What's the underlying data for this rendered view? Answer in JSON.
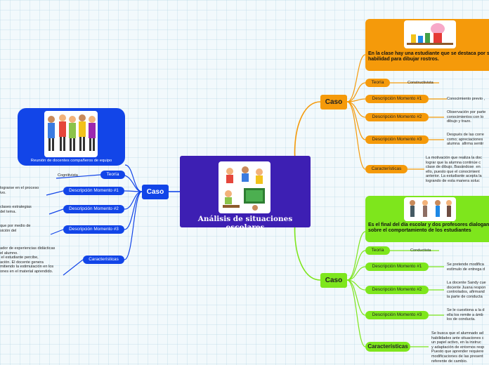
{
  "central": {
    "title": "Análisis de situaciones escolares",
    "image": "children-activities-illustration"
  },
  "left": {
    "caso": "Caso",
    "topic": {
      "caption": "Reunión de docentes compañeros de equipo",
      "image": "teachers-group-illustration"
    },
    "pills": [
      "Teoría",
      "Descripción Momento #1",
      "Descripción Momento #2",
      "Descripción Momento #3",
      "Características"
    ],
    "leaves": {
      "teoria": "Cognitivista",
      "m1": "lograrse en el proceso\nivo.",
      "m2": "clases estrategias\ndel tema.",
      "m3": "que por medio de\nsición del",
      "car": "ador de experiencias didácticas\nel alumno.\n el estudiante percibe,\nación. El docente genera\nmitiendo la estimulación en los\nones en el material aprendido."
    }
  },
  "right_top": {
    "caso": "Caso",
    "topic": {
      "text": "En la clase hay una estudiante que se destaca por su habilidad para dibujar rostros.",
      "image": "peppa-pig-painting-illustration"
    },
    "pills": [
      "Teoría",
      "Descripción Momento #1",
      "Descripción Momento #2",
      "Descripción Momento #3",
      "Características"
    ],
    "leaves": {
      "teoria": "Constructivista",
      "m1": "Conocimiento previo ,",
      "m2": "Observación por parte\nconocimientos con lo\ndibujo y trazo.",
      "m3": "Después de las corre\ncomo; apreciaciones\nalumna  afirma sentir",
      "car": "La motivación que realiza la doc\nlograr que la alumna continúe c\nclase de dibujo. Basándose  en\nello, puesto que el conocimient\nanterior. La estudiante acepta la\nlogrando de esta manera soluc"
    }
  },
  "right_bottom": {
    "caso": "Caso",
    "topic": {
      "text": "Es el final del día escolar y dos profesores dialogan sobre el comportamiento de los estudiantes",
      "image": "teachers-talking-illustration"
    },
    "pills": [
      "Teoría",
      "Descripción Momento #1",
      "Descripción Momento #2",
      "Descripción Momento #3",
      "Características"
    ],
    "leaves": {
      "teoria": "Conductista",
      "m1": "Se pretende modifica\nestímulo de entrega d",
      "m2": "La docente Sandy cue\ndocente Juana respon\ncontrolados, afirmand\nla parte de conducta",
      "m3": "Se le cuestiona a la d\nella los remite a ámb\nlos de conducta.",
      "car": "Se busca que el alumnado ad\nhabilidades ante situaciones c\nun papel activo, en la instruc\ny adaptación de entornos resp\nPuesto que aprender requiere\nmodificaciones de las present\nreferente de cambio."
    }
  },
  "colors": {
    "central": "#3d1fb3",
    "orange": "#f59a0a",
    "green": "#7ee61c",
    "blue": "#1245e8"
  }
}
